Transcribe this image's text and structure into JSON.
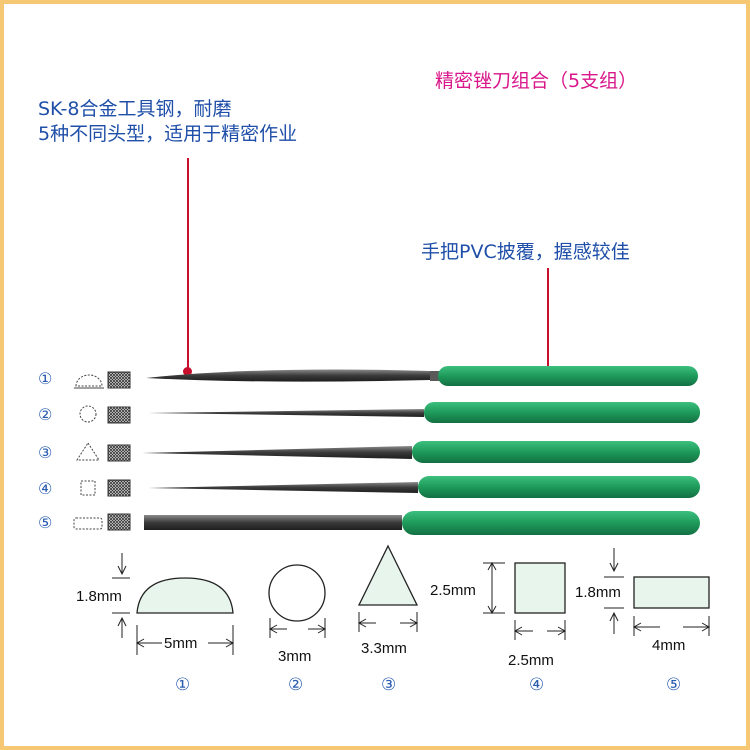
{
  "title": "精密锉刀组合（5支组）",
  "notes": {
    "steel_line1": "SK-8合金工具钢，耐磨",
    "steel_line2": "5种不同头型，适用于精密作业",
    "handle": "手把PVC披覆，握感较佳"
  },
  "files": [
    {
      "marker": "①",
      "shape": "half-round"
    },
    {
      "marker": "②",
      "shape": "round"
    },
    {
      "marker": "③",
      "shape": "triangle"
    },
    {
      "marker": "④",
      "shape": "square"
    },
    {
      "marker": "⑤",
      "shape": "flat"
    }
  ],
  "dimensions": [
    {
      "marker": "①",
      "height": "1.8mm",
      "width": "5mm"
    },
    {
      "marker": "②",
      "width": "3mm"
    },
    {
      "marker": "③",
      "width": "3.3mm"
    },
    {
      "marker": "④",
      "height": "2.5mm",
      "width": "2.5mm"
    },
    {
      "marker": "⑤",
      "height": "1.8mm",
      "width": "4mm"
    }
  ],
  "colors": {
    "title": "#d9168a",
    "note": "#1f4fa8",
    "leader": "#c8102e",
    "handle": "#1e9a5a",
    "blade": "#3a3a3a",
    "section_fill": "#e8f5ec",
    "border": "#f7c873"
  }
}
